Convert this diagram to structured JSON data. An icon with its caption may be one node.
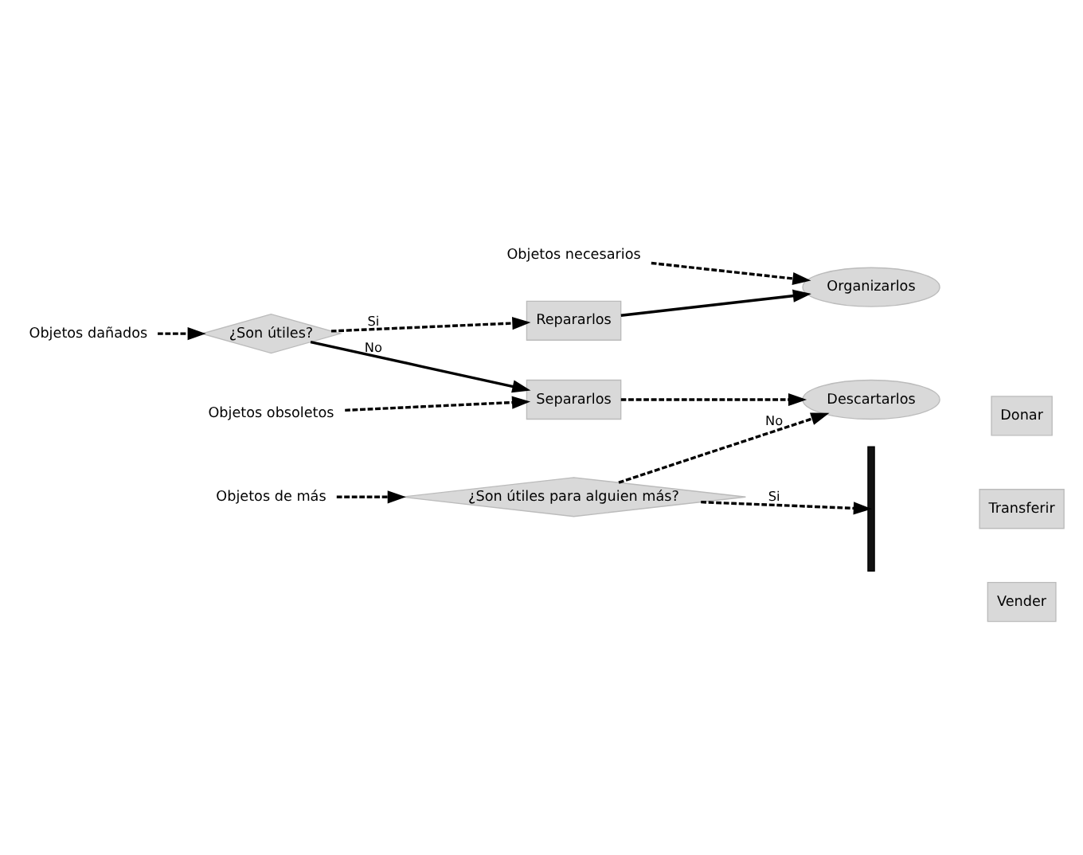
{
  "diagram": {
    "nodes": [
      {
        "text": [
          "Objetos necesarios"
        ]
      },
      {
        "text": [
          "Organizarlos"
        ]
      },
      {
        "text": [
          "Objetos dañados"
        ]
      },
      {
        "text": [
          "¿Son útiles?"
        ]
      },
      {
        "text": [
          "Repararlos"
        ]
      },
      {
        "text": [
          "Objetos obsoletos"
        ]
      },
      {
        "text": [
          "Separarlos"
        ]
      },
      {
        "text": [
          "Descartarlos"
        ]
      },
      {
        "text": [
          "Objetos de más"
        ]
      },
      {
        "text": [
          "¿Son útiles para alguien más?"
        ]
      },
      {
        "text": [],
        "shape": "bar"
      },
      {
        "text": [
          "Donar"
        ]
      },
      {
        "text": [
          "Transferir"
        ]
      },
      {
        "text": [
          "Vender"
        ]
      }
    ],
    "edges": [
      {
        "from": 0,
        "to": 1,
        "arrow": "to",
        "style": "dashed"
      },
      {
        "from": 2,
        "to": 3,
        "arrow": "to",
        "style": "dashed"
      },
      {
        "from": 3,
        "to": 4,
        "arrow": "to",
        "style": "dashed",
        "label": "Si"
      },
      {
        "from": 4,
        "to": 1,
        "arrow": "to"
      },
      {
        "from": 3,
        "to": 6,
        "arrow": "to",
        "label": "No"
      },
      {
        "from": 5,
        "to": 6,
        "arrow": "to",
        "style": "dashed"
      },
      {
        "from": 6,
        "to": 7,
        "arrow": "to",
        "style": "dashed"
      },
      {
        "from": 8,
        "to": 9,
        "arrow": "to",
        "style": "dashed"
      },
      {
        "from": 9,
        "to": 7,
        "arrow": "to",
        "style": "dashed",
        "label": "No"
      },
      {
        "from": 9,
        "to": 10,
        "arrow": "to",
        "style": "dashed",
        "label": "Si"
      }
    ]
  }
}
